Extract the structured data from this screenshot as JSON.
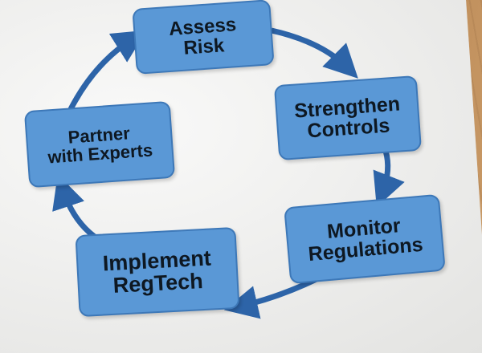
{
  "diagram": {
    "nodes": [
      {
        "id": "assess",
        "label": "Assess\nRisk"
      },
      {
        "id": "strengthen",
        "label": "Strengthen\nControls"
      },
      {
        "id": "monitor",
        "label": "Monitor\nRegulations"
      },
      {
        "id": "implement",
        "label": "Implement\nRegTech"
      },
      {
        "id": "partner",
        "label": "Partner\nwith Experts"
      }
    ],
    "edges": [
      {
        "from": "assess",
        "to": "strengthen"
      },
      {
        "from": "strengthen",
        "to": "monitor"
      },
      {
        "from": "monitor",
        "to": "implement"
      },
      {
        "from": "implement",
        "to": "partner"
      },
      {
        "from": "partner",
        "to": "assess"
      }
    ],
    "colors": {
      "box_fill": "#5a98d6",
      "box_border": "#3d78b8",
      "arrow": "#2d64a8",
      "text": "#0e1822",
      "paper": "#f1f1ef",
      "table_wood": "#b8865a"
    }
  }
}
